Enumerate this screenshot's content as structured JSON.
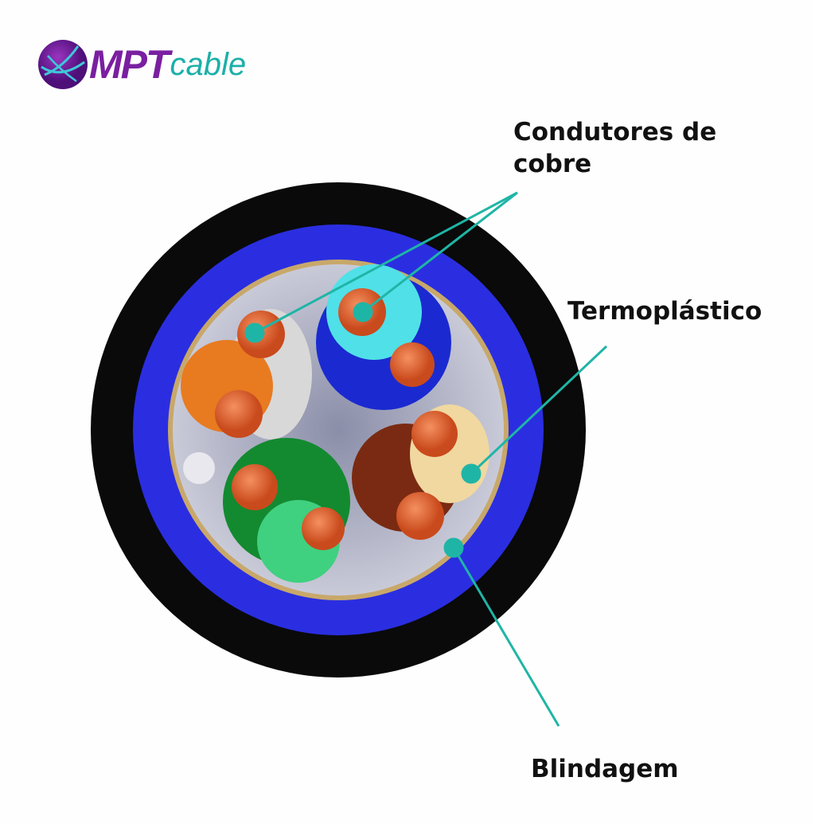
{
  "logo": {
    "brand_bold": "MPT",
    "brand_light": "cable"
  },
  "labels": {
    "conductors_line1": "Condutores de",
    "conductors_line2": "cobre",
    "thermoplastic": "Termoplástico",
    "shield": "Blindagem"
  },
  "colors": {
    "leader": "#1fb5a6",
    "jacket": "#0a0a0a",
    "shield": "#2a2ee0",
    "copper": "#e2622e"
  }
}
